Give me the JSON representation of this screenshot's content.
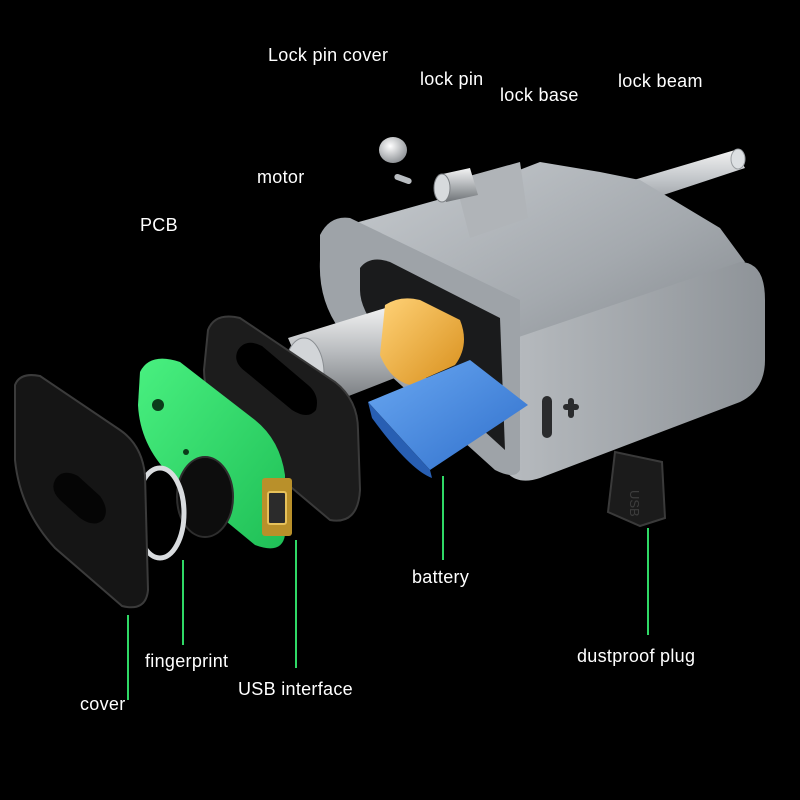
{
  "diagram": {
    "labels": {
      "lock_pin_cover": "Lock pin cover",
      "lock_pin": "lock pin",
      "lock_base": "lock base",
      "lock_beam": "lock beam",
      "motor": "motor",
      "pcb": "PCB",
      "battery": "battery",
      "dustproof_plug": "dustproof plug",
      "fingerprint": "fingerprint",
      "usb_interface": "USB interface",
      "cover": "cover"
    },
    "plug_marking": "USB",
    "colors": {
      "background": "#000000",
      "label_text": "#ffffff",
      "leader_line": "#2fd866",
      "lock_body": "#9fa4a9",
      "pcb": "#34e06c",
      "battery": "#3f86e0",
      "cell": "#f2b338",
      "gasket": "#1c1c1c"
    }
  }
}
